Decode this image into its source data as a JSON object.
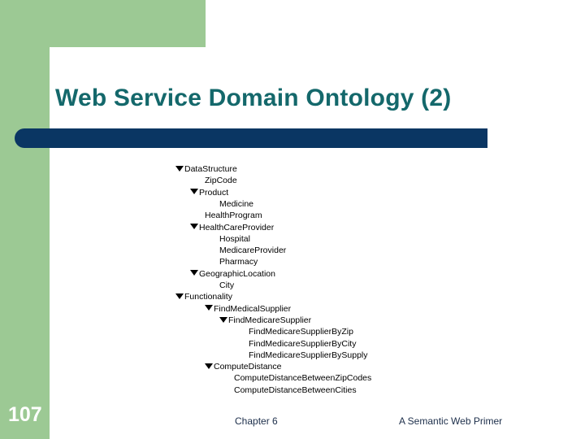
{
  "slide": {
    "title": "Web Service Domain Ontology (2)",
    "page_number": "107",
    "footer_center": "Chapter 6",
    "footer_right": "A Semantic Web Primer"
  },
  "colors": {
    "green_accent": "#9cc994",
    "title_teal": "#14686b",
    "bar_navy": "#0a3663",
    "footer_text": "#1c2e4a",
    "tree_text": "#000000"
  },
  "tree": {
    "nodes": [
      {
        "label": "DataStructure",
        "indent": 0,
        "expander": true
      },
      {
        "label": "ZipCode",
        "indent": 2,
        "expander": false
      },
      {
        "label": "Product",
        "indent": 1,
        "expander": true
      },
      {
        "label": "Medicine",
        "indent": 3,
        "expander": false
      },
      {
        "label": "HealthProgram",
        "indent": 2,
        "expander": false
      },
      {
        "label": "HealthCareProvider",
        "indent": 1,
        "expander": true
      },
      {
        "label": "Hospital",
        "indent": 3,
        "expander": false
      },
      {
        "label": "MedicareProvider",
        "indent": 3,
        "expander": false
      },
      {
        "label": "Pharmacy",
        "indent": 3,
        "expander": false
      },
      {
        "label": "GeographicLocation",
        "indent": 1,
        "expander": true
      },
      {
        "label": "City",
        "indent": 3,
        "expander": false
      },
      {
        "label": "Functionality",
        "indent": 0,
        "expander": true
      },
      {
        "label": "FindMedicalSupplier",
        "indent": 2,
        "expander": true
      },
      {
        "label": "FindMedicareSupplier",
        "indent": 3,
        "expander": true
      },
      {
        "label": "FindMedicareSupplierByZip",
        "indent": 5,
        "expander": false
      },
      {
        "label": "FindMedicareSupplierByCity",
        "indent": 5,
        "expander": false
      },
      {
        "label": "FindMedicareSupplierBySupply",
        "indent": 5,
        "expander": false
      },
      {
        "label": "ComputeDistance",
        "indent": 2,
        "expander": true
      },
      {
        "label": "ComputeDistanceBetweenZipCodes",
        "indent": 4,
        "expander": false
      },
      {
        "label": "ComputeDistanceBetweenCities",
        "indent": 4,
        "expander": false
      }
    ]
  }
}
